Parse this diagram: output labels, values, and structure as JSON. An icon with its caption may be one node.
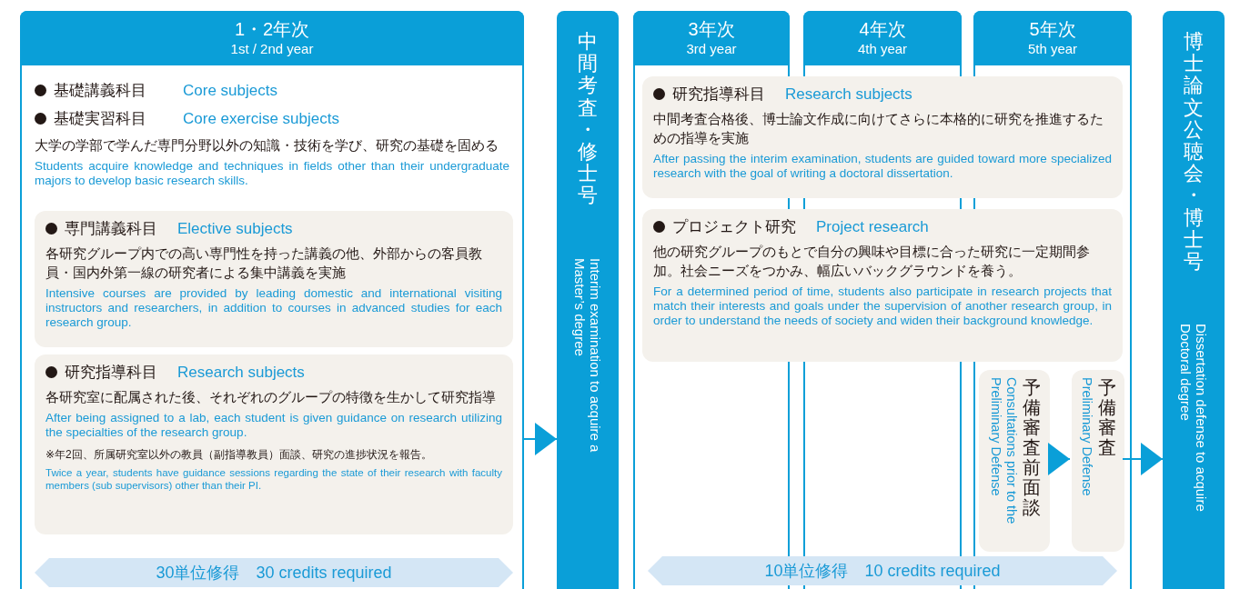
{
  "diagram": {
    "nodes": [
      {
        "text": [
          "1・2年次",
          "1st / 2nd year",
          "基礎講義科目",
          "Core subjects",
          "基礎実習科目",
          "Core exercise subjects",
          "大学の学部で学んだ専門分野以外の知識・技術を学び、研究の基礎を固める",
          "Students acquire knowledge and techniques in fields other than their undergraduate majors to develop basic research skills."
        ]
      },
      {
        "text": [
          "専門講義科目",
          "Elective subjects",
          "各研究グループ内での高い専門性を持った講義の他、外部からの客員教員・国内外第一線の研究者による集中講義を実施",
          "Intensive courses are provided by leading domestic and international visiting instructors and researchers, in addition to courses in advanced studies for each research group."
        ],
        "in": 0
      },
      {
        "text": [
          "研究指導科目",
          "Research subjects",
          "各研究室に配属された後、それぞれのグループの特徴を生かして研究指導",
          "After being assigned to a lab, each student is given guidance on research utilizing the specialties of the research group.",
          "※年2回、所属研究室以外の教員（副指導教員）面談、研究の進捗状況を報告。",
          "Twice a year, students have guidance sessions regarding the state of their research with faculty members (sub supervisors) other than their PI."
        ],
        "in": 0
      },
      {
        "text": [
          "30単位修得",
          "30 credits required"
        ],
        "in": 0
      },
      {
        "text": [
          "中間考査・修士号",
          "Interim examination to acquire a Master’s degree"
        ]
      },
      {
        "text": [
          "3年次",
          "3rd year"
        ]
      },
      {
        "text": [
          "4年次",
          "4th year"
        ]
      },
      {
        "text": [
          "5年次",
          "5th year"
        ]
      },
      {
        "text": [
          "研究指導科目",
          "Research subjects",
          "中間考査合格後、博士論文作成に向けてさらに本格的に研究を推進するための指導を実施",
          "After passing the interim examination, students are guided toward more specialized research with the goal of writing a doctoral dissertation."
        ]
      },
      {
        "text": [
          "プロジェクト研究",
          "Project research",
          "他の研究グループのもとで自分の興味や目標に合った研究に一定期間参加。社会ニーズをつかみ、幅広いバックグラウンドを養う。",
          "For a determined period of time, students also participate in research projects that match their interests and goals under the supervision of another research group, in order to understand the needs of society and widen their background knowledge."
        ]
      },
      {
        "text": [
          "予備審査前面談",
          "Consultations prior to the Preliminary Defense"
        ],
        "in": 7
      },
      {
        "text": [
          "予備審査",
          "Preliminary Defense"
        ],
        "in": 7
      },
      {
        "text": [
          "10単位修得",
          "10 credits required"
        ]
      },
      {
        "text": [
          "博士論文公聴会・博士号",
          "Dissertation defense to acquire Doctoral degree"
        ]
      }
    ],
    "edges": [
      {
        "from": 0,
        "to": 4,
        "arrow": "to"
      },
      {
        "from": 10,
        "to": 11,
        "arrow": "to"
      },
      {
        "from": 11,
        "to": 13,
        "arrow": "to"
      }
    ]
  }
}
